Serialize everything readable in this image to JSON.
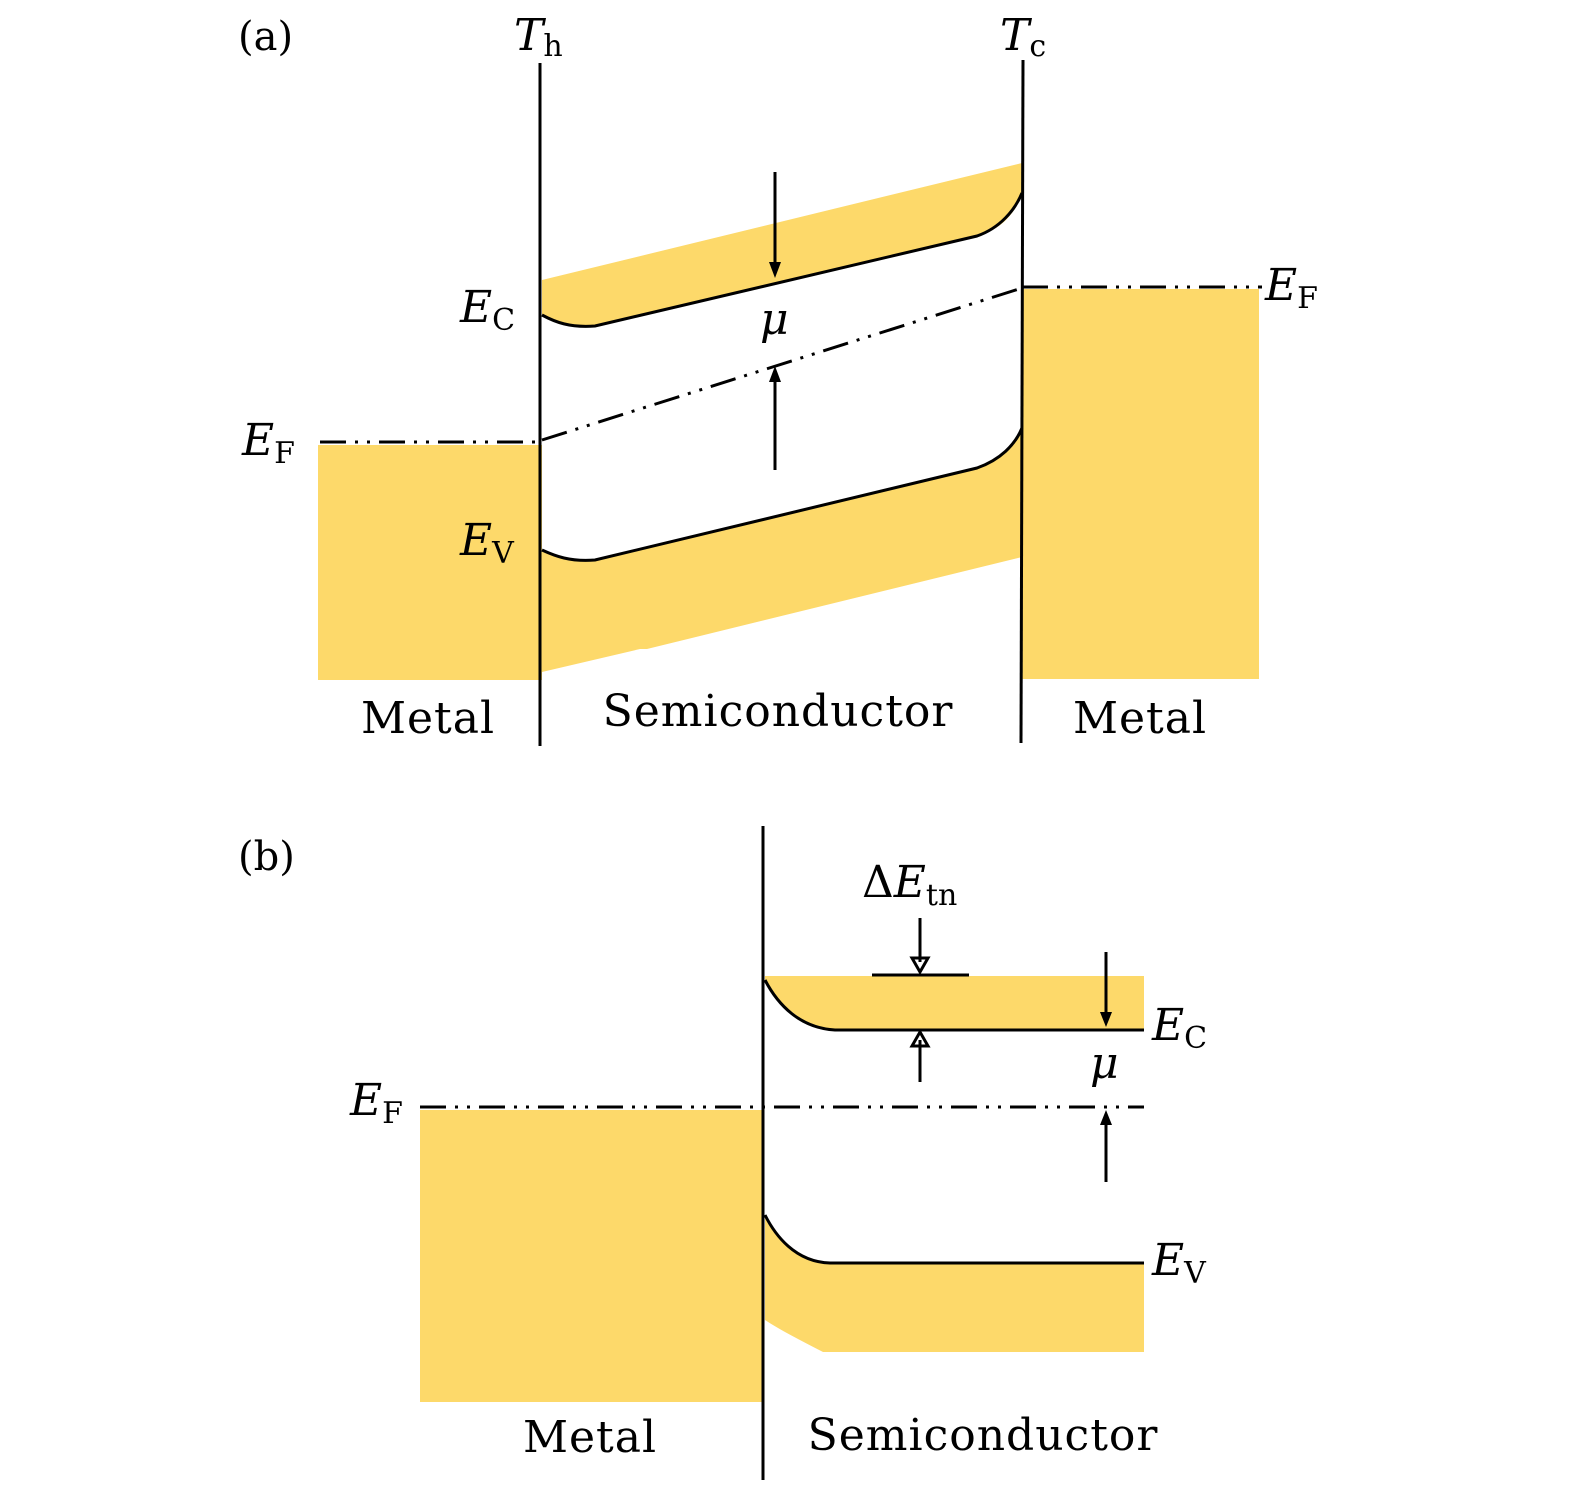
{
  "colors": {
    "band_fill": "#fdd96a",
    "line": "#000000",
    "background": "#ffffff"
  },
  "panel_a": {
    "label": "(a)",
    "hot_temp": {
      "symbol": "T",
      "subscript": "h"
    },
    "cold_temp": {
      "symbol": "T",
      "subscript": "c"
    },
    "conduction_band": {
      "symbol": "E",
      "subscript": "C"
    },
    "valence_band": {
      "symbol": "E",
      "subscript": "V"
    },
    "fermi_left": {
      "symbol": "E",
      "subscript": "F"
    },
    "fermi_right": {
      "symbol": "E",
      "subscript": "F"
    },
    "chemical_potential": "μ",
    "regions": {
      "left": "Metal",
      "middle": "Semiconductor",
      "right": "Metal"
    }
  },
  "panel_b": {
    "label": "(b)",
    "delta_energy": {
      "prefix": "Δ",
      "symbol": "E",
      "subscript": "tn"
    },
    "conduction_band": {
      "symbol": "E",
      "subscript": "C"
    },
    "valence_band": {
      "symbol": "E",
      "subscript": "V"
    },
    "fermi": {
      "symbol": "E",
      "subscript": "F"
    },
    "chemical_potential": "μ",
    "regions": {
      "left": "Metal",
      "right": "Semiconductor"
    }
  }
}
